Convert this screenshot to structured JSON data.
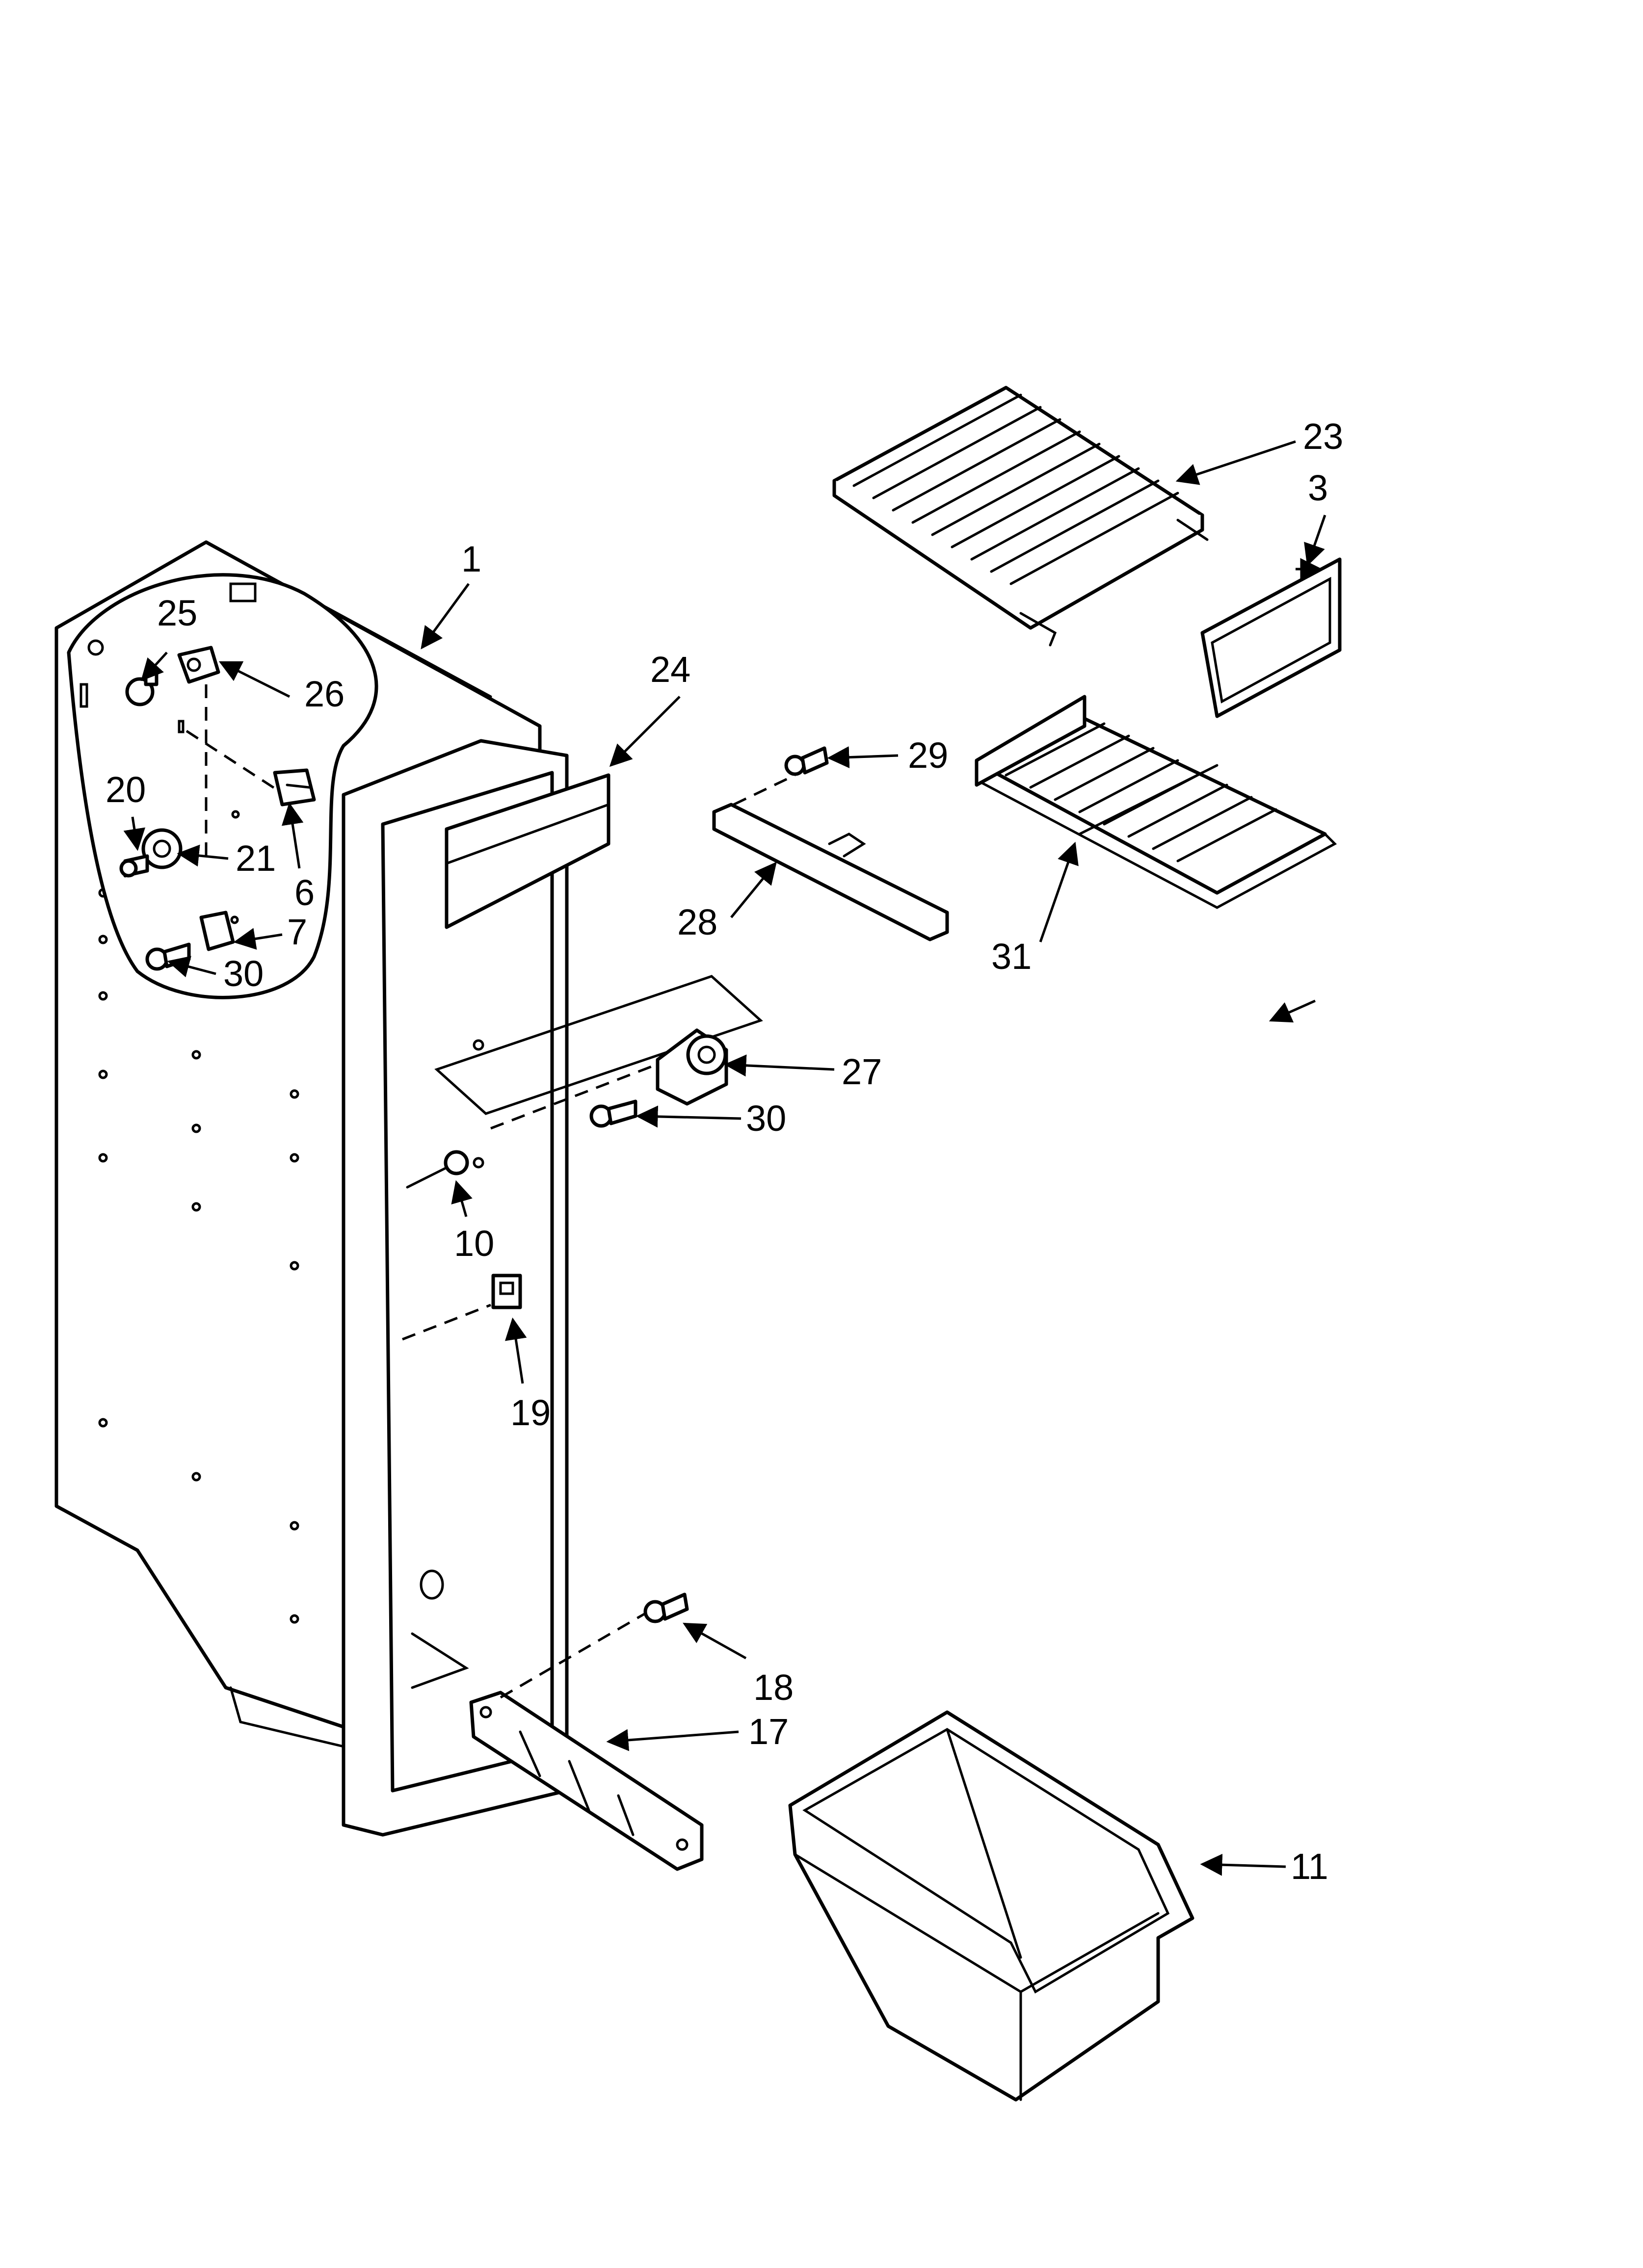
{
  "diagram": {
    "callouts": [
      "1",
      "3",
      "6",
      "7",
      "10",
      "11",
      "17",
      "18",
      "19",
      "20",
      "21",
      "23",
      "24",
      "25",
      "26",
      "27",
      "28",
      "29",
      "30",
      "30",
      "31"
    ]
  },
  "colors": {
    "ink": "#000000",
    "paper": "#ffffff"
  }
}
